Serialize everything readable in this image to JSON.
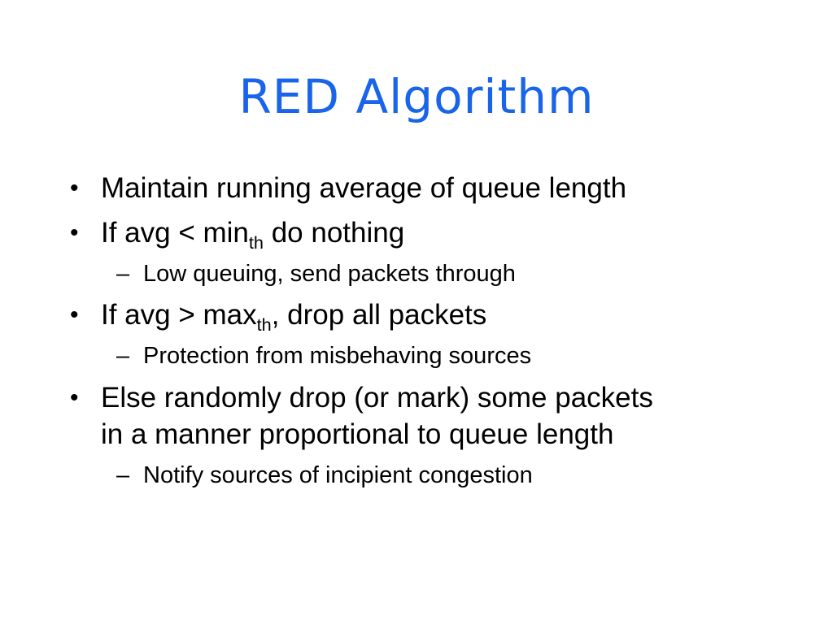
{
  "slide": {
    "title": "RED Algorithm",
    "title_color": "#1a64ea",
    "text_color": "#000000",
    "background_color": "#ffffff",
    "bullet_glyphs": {
      "level1": "•",
      "level2": "–"
    },
    "bullets": [
      {
        "level": 1,
        "segments": [
          {
            "text": "Maintain running average of queue length"
          }
        ]
      },
      {
        "level": 1,
        "segments": [
          {
            "text": "If avg < min"
          },
          {
            "text": "th",
            "sub": true
          },
          {
            "text": " do nothing"
          }
        ]
      },
      {
        "level": 2,
        "segments": [
          {
            "text": "Low queuing, send packets through"
          }
        ]
      },
      {
        "level": 1,
        "segments": [
          {
            "text": "If avg > max"
          },
          {
            "text": "th",
            "sub": true
          },
          {
            "text": ", drop all packets"
          }
        ]
      },
      {
        "level": 2,
        "segments": [
          {
            "text": "Protection from misbehaving sources"
          }
        ]
      },
      {
        "level": 1,
        "segments": [
          {
            "text": "Else randomly drop (or mark) some packets in a manner proportional to queue length"
          }
        ]
      },
      {
        "level": 2,
        "segments": [
          {
            "text": "Notify sources of incipient congestion"
          }
        ]
      }
    ]
  }
}
